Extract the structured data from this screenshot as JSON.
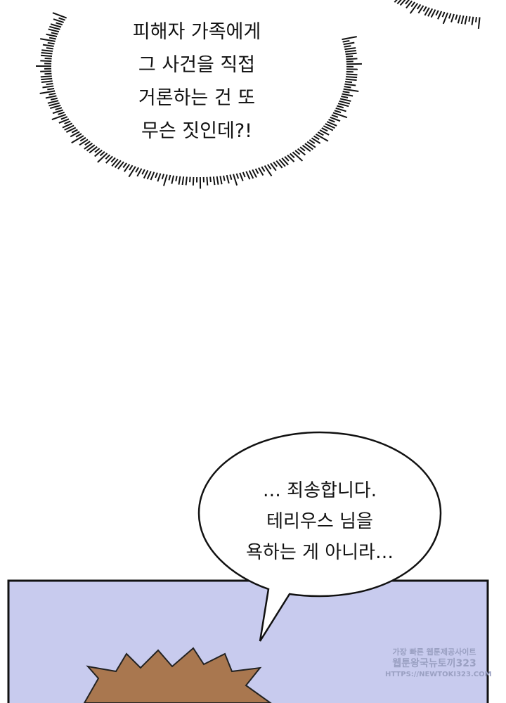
{
  "bubbles": {
    "shout": {
      "lines": [
        "피해자 가족에게",
        "그 사건을 직접",
        "거론하는 건 또",
        "무슨 짓인데?!"
      ]
    },
    "speech": {
      "lines": [
        "… 죄송합니다.",
        "테리우스 님을",
        "욕하는 게 아니라…"
      ]
    }
  },
  "watermark": {
    "line1": "가장 빠른 웹툰제공사이트",
    "line2": "웹툰왕국뉴토끼323",
    "line3": "HTTPS://NEWTOKI323.COM"
  },
  "colors": {
    "panel": "#c8cbee",
    "hair": "#a9774f",
    "ink": "#111111"
  }
}
